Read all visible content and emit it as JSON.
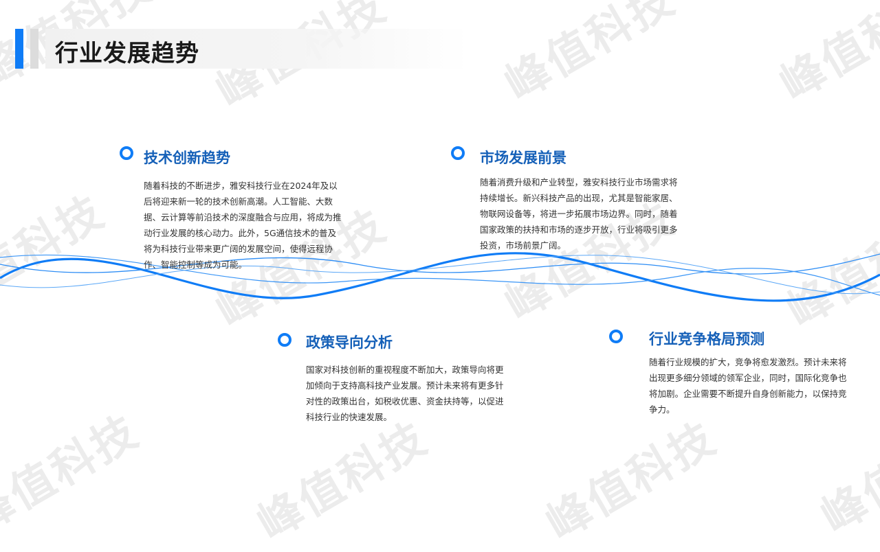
{
  "page": {
    "title": "行业发展趋势",
    "watermark": "峰值科技"
  },
  "sections": [
    {
      "title": "技术创新趋势",
      "body": "随着科技的不断进步，雅安科技行业在2024年及以后将迎来新一轮的技术创新高潮。人工智能、大数据、云计算等前沿技术的深度融合与应用，将成为推动行业发展的核心动力。此外，5G通信技术的普及将为科技行业带来更广阔的发展空间，使得远程协作、智能控制等成为可能。"
    },
    {
      "title": "市场发展前景",
      "body": "随着消费升级和产业转型，雅安科技行业市场需求将持续增长。新兴科技产品的出现，尤其是智能家居、物联网设备等，将进一步拓展市场边界。同时，随着国家政策的扶持和市场的逐步开放，行业将吸引更多投资，市场前景广阔。"
    },
    {
      "title": "政策导向分析",
      "body": "国家对科技创新的重视程度不断加大，政策导向将更加倾向于支持高科技产业发展。预计未来将有更多针对性的政策出台，如税收优惠、资金扶持等，以促进科技行业的快速发展。"
    },
    {
      "title": "行业竞争格局预测",
      "body": "随着行业规模的扩大，竞争将愈发激烈。预计未来将出现更多细分领域的领军企业，同时，国际化竞争也将加剧。企业需要不断提升自身创新能力，以保持竞争力。"
    }
  ],
  "colors": {
    "accent": "#0f7cf6",
    "heading": "#1560b8",
    "body_text": "#333333"
  }
}
